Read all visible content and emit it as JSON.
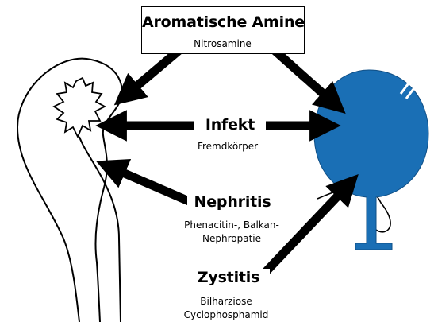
{
  "top": {
    "title": "Aromatische Amine",
    "subtitle": "Nitrosamine"
  },
  "infekt": {
    "title": "Infekt",
    "subtitle": "Fremdkörper"
  },
  "nephritis": {
    "title": "Nephritis",
    "line1": "Phenacitin-, Balkan-",
    "line2": "Nephropatie"
  },
  "zystitis": {
    "title": "Zystitis",
    "line1": "Bilharziose",
    "line2": "Cyclophosphamid"
  },
  "colors": {
    "bladder": "#1a6fb5",
    "ink": "#000000"
  }
}
